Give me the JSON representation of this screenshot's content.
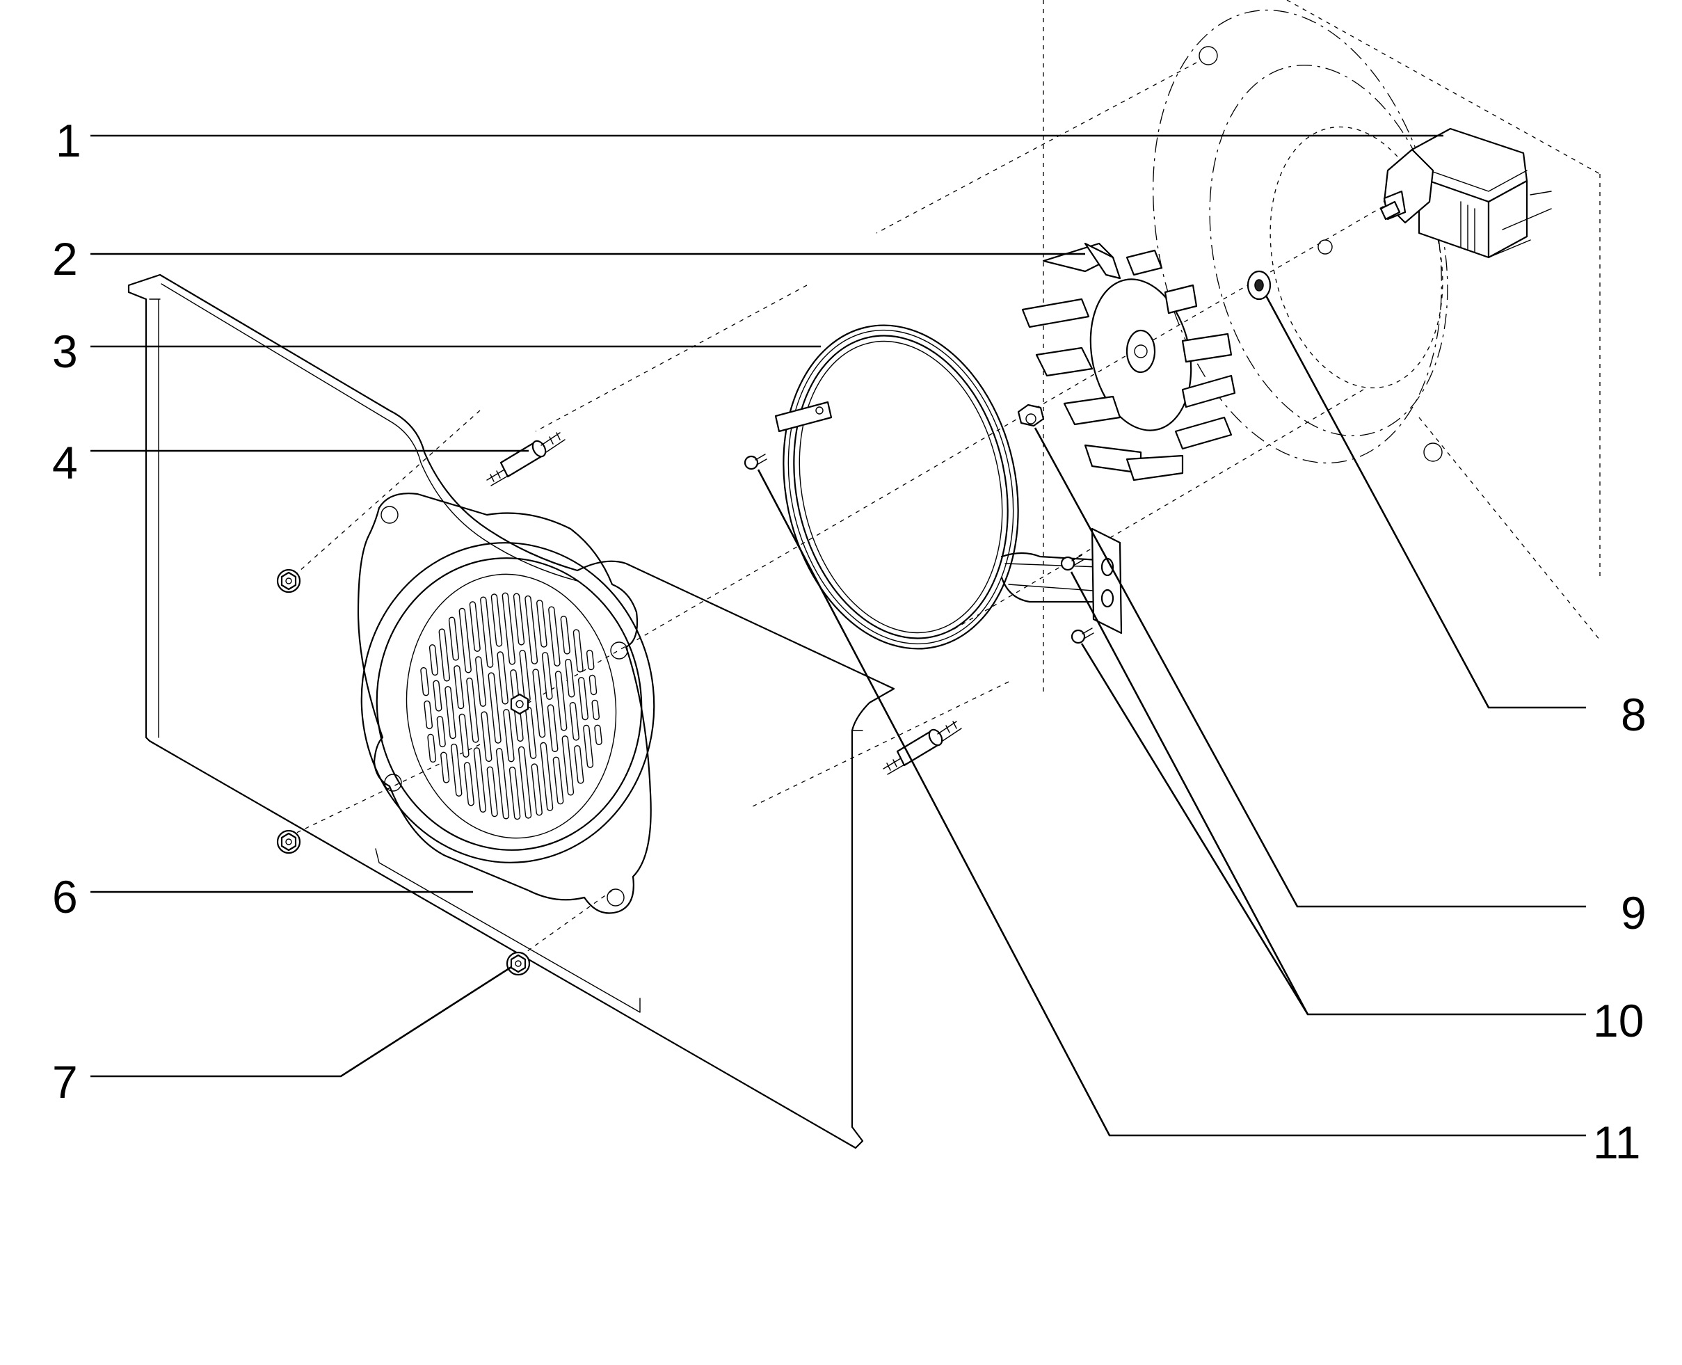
{
  "diagram": {
    "callouts": [
      {
        "id": "1",
        "label": "1"
      },
      {
        "id": "2",
        "label": "2"
      },
      {
        "id": "3",
        "label": "3"
      },
      {
        "id": "4",
        "label": "4"
      },
      {
        "id": "6",
        "label": "6"
      },
      {
        "id": "7",
        "label": "7"
      },
      {
        "id": "8",
        "label": "8"
      },
      {
        "id": "9",
        "label": "9"
      },
      {
        "id": "10",
        "label": "10"
      },
      {
        "id": "11",
        "label": "11"
      }
    ]
  }
}
